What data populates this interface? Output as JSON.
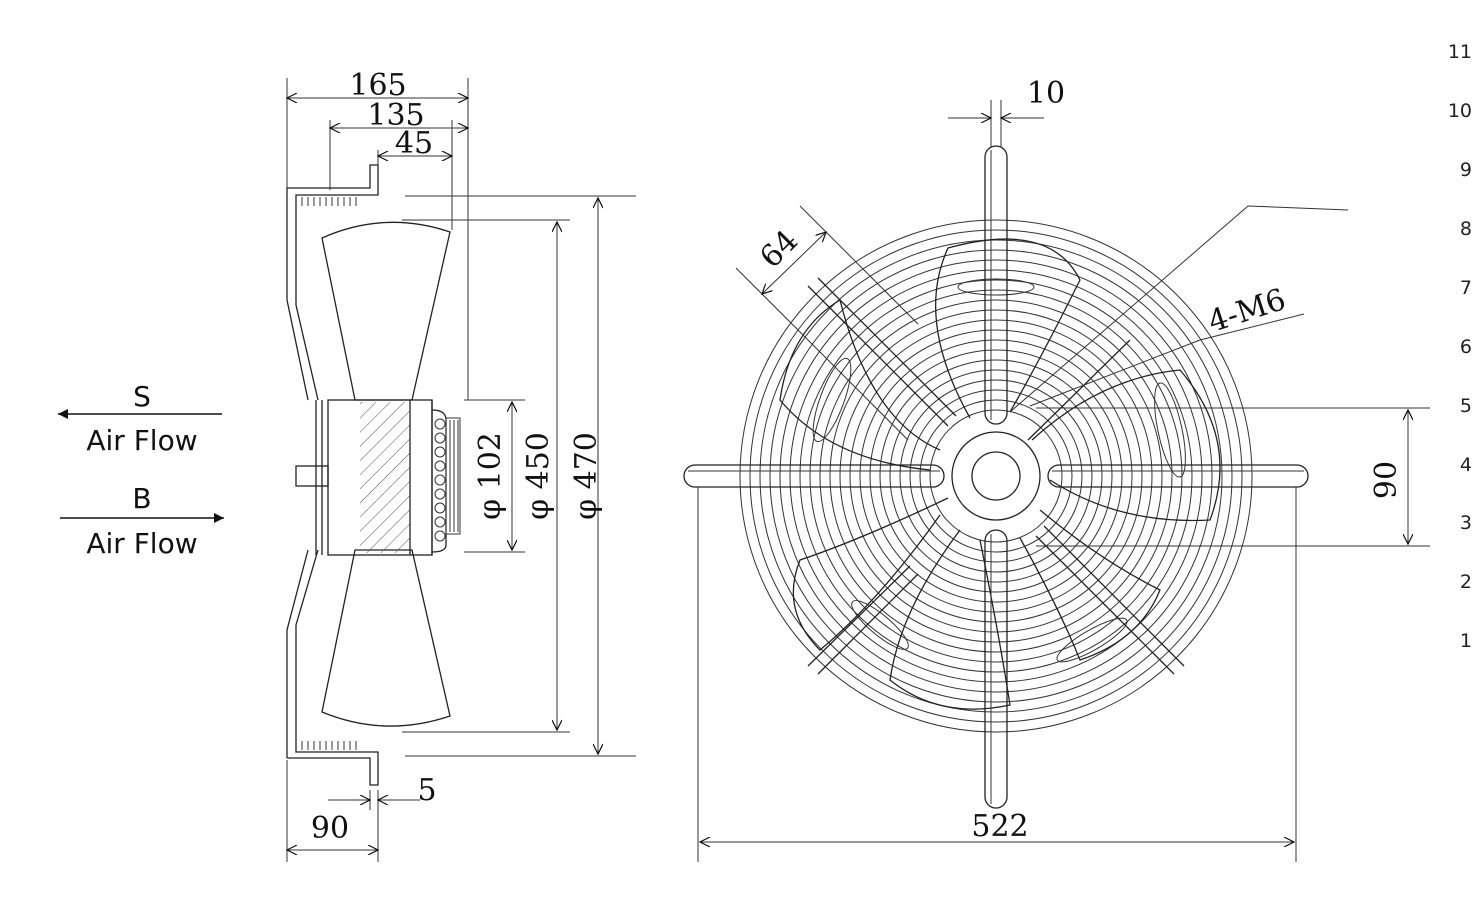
{
  "airflow": {
    "s_letter": "S",
    "s_label": "Air Flow",
    "b_letter": "B",
    "b_label": "Air Flow"
  },
  "side_view": {
    "dim_165": "165",
    "dim_135": "135",
    "dim_45": "45",
    "dim_90": "90",
    "dim_5": "5",
    "dia_102": "φ 102",
    "dia_450": "φ 450",
    "dia_470": "φ 470"
  },
  "front_view": {
    "dim_10": "10",
    "dim_64": "64",
    "mount_holes": "4-M6",
    "dim_90": "90",
    "dim_522": "522"
  },
  "edge_scale": {
    "ticks": [
      "11",
      "10",
      "9",
      "8",
      "7",
      "6",
      "5",
      "4",
      "3",
      "2",
      "1"
    ]
  },
  "colors": {
    "line": "#222222",
    "background": "#ffffff"
  }
}
